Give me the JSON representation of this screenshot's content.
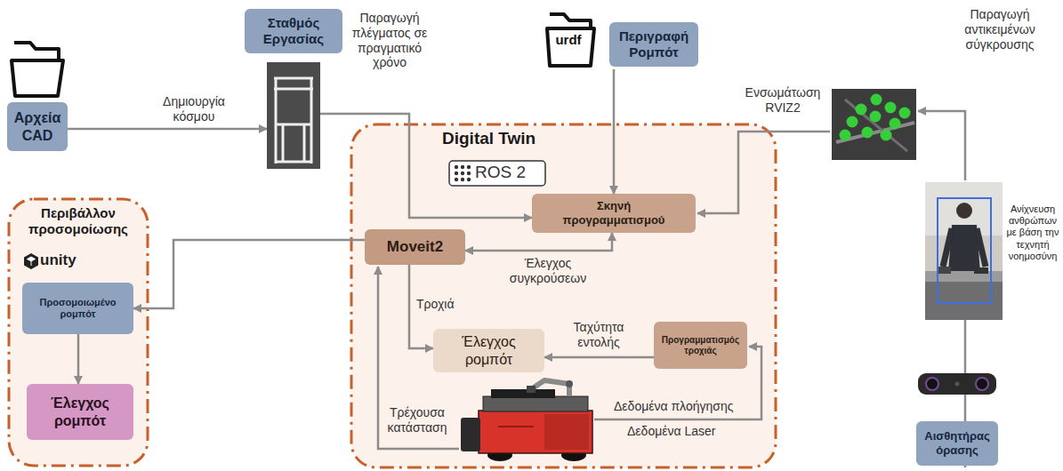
{
  "diagram": {
    "nodes": [
      {
        "text": [
          "Αρχεία CAD"
        ]
      },
      {
        "text": [
          "Σταθμός Εργασίας"
        ]
      },
      {
        "text": [
          "Περιγραφή Ρομπότ"
        ]
      },
      {
        "text": [
          "Digital Twin"
        ]
      },
      {
        "text": [
          "Σκηνή προγραμματισμού"
        ],
        "in": 3
      },
      {
        "text": [
          "Περιβάλλον προσομοίωσης"
        ]
      },
      {
        "text": [
          "Moveit2"
        ],
        "in": 3
      },
      {
        "text": [
          "Προσομοιωμένο ρομπότ"
        ],
        "in": 5
      },
      {
        "text": [
          "Έλεγχος ρομπότ"
        ],
        "in": 3
      },
      {
        "text": [
          "Προγραμματισμός τροχιάς"
        ],
        "in": 3
      },
      {
        "text": [
          "Έλεγχος ρομπότ"
        ],
        "in": 5
      },
      {
        "text": [
          "Ανίχνευση ανθρώπων με βάση την τεχνητή νοημοσύνη"
        ]
      },
      {
        "text": [
          "Αισθητήρας όρασης"
        ]
      }
    ],
    "edges": [
      {
        "from": 0,
        "to": 1,
        "arrow": "to",
        "label": "Δημιουργία κόσμου"
      },
      {
        "from": 1,
        "to": 4,
        "arrow": "to"
      },
      {
        "from": 2,
        "to": 4,
        "arrow": "to"
      },
      {
        "from": 6,
        "to": 4,
        "arrow": "both",
        "label": "Έλεγχος συγκρούσεων"
      },
      {
        "from": 6,
        "to": 7,
        "arrow": "to"
      },
      {
        "from": 7,
        "to": 10,
        "arrow": "to"
      },
      {
        "from": 6,
        "to": 8,
        "arrow": "to",
        "label": "Τροχιά"
      },
      {
        "from": 9,
        "to": 8,
        "arrow": "to",
        "label": "Ταχύτητα εντολής"
      },
      {
        "from": 12,
        "to": 11,
        "arrow": "to"
      }
    ],
    "labels": [
      "Παραγωγή πλέγματος σε πραγματικό χρόνο",
      "urdf",
      "ROS 2",
      "unity",
      "Ενσωμάτωση RVIZ2",
      "Παραγωγή αντικειμένων σύγκρουσης",
      "Τρέχουσα κατάσταση",
      "Δεδομένα πλοήγησης",
      "Δεδομένα Laser"
    ]
  }
}
